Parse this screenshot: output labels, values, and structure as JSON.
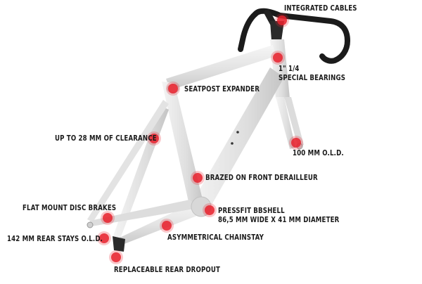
{
  "accent_color": "#e8222e",
  "frame_color": "#e9e9e9",
  "features": [
    {
      "id": "integrated-cables",
      "lines": [
        "INTEGRATED CABLES"
      ]
    },
    {
      "id": "special-bearings",
      "lines": [
        "1\" 1/4",
        "SPECIAL BEARINGS"
      ]
    },
    {
      "id": "seatpost-expander",
      "lines": [
        "SEATPOST EXPANDER"
      ]
    },
    {
      "id": "clearance",
      "lines": [
        "UP TO 28 MM OF CLEARANCE"
      ]
    },
    {
      "id": "front-old",
      "lines": [
        "100 MM O.L.D."
      ]
    },
    {
      "id": "front-derailleur",
      "lines": [
        "BRAZED ON FRONT DERAILLEUR"
      ]
    },
    {
      "id": "disc-brakes",
      "lines": [
        "FLAT MOUNT DISC BRAKES"
      ]
    },
    {
      "id": "bbshell",
      "lines": [
        "PRESSFIT BBSHELL",
        "86,5 MM WIDE X 41 MM DIAMETER"
      ]
    },
    {
      "id": "chainstay",
      "lines": [
        "ASYMMETRICAL CHAINSTAY"
      ]
    },
    {
      "id": "rear-old",
      "lines": [
        "142 MM REAR STAYS O.L.D."
      ]
    },
    {
      "id": "rear-dropout",
      "lines": [
        "REPLACEABLE REAR DROPOUT"
      ]
    }
  ]
}
